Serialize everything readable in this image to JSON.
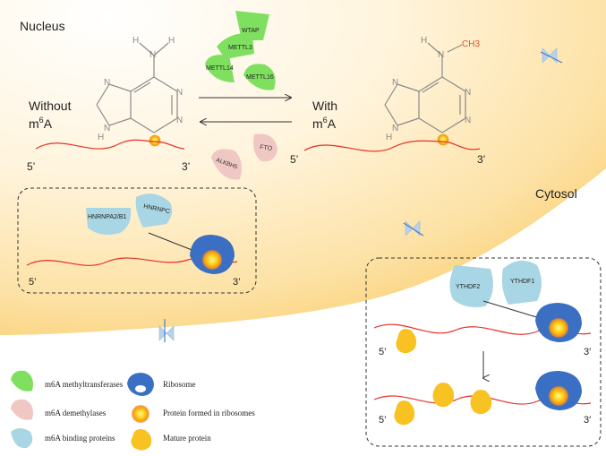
{
  "labels": {
    "nucleus": "Nucleus",
    "cytosol": "Cytosol",
    "without_line1": "Without",
    "without_line2_base": "m",
    "without_line2_sup": "6",
    "without_line2_end": "A",
    "with_line1": "With",
    "with_line2_base": "m",
    "with_line2_sup": "6",
    "with_line2_end": "A",
    "five_prime": "5’",
    "three_prime": "3’",
    "three_prime_alt": "3′"
  },
  "molecule": {
    "h": "H",
    "n": "N",
    "ch3": "CH3"
  },
  "proteins": {
    "wtap": "WTAP",
    "mettl3": "METTL3",
    "mettl14": "METTL14",
    "mettl16": "METTL16",
    "fto": "FTO",
    "alkbh5": "ALKBH5",
    "hnrnpa2b1": "HNRNPA2/B1",
    "hnrnpc": "HNRNPC",
    "ythdf2": "YTHDF2",
    "ythdf1": "YTHDF1"
  },
  "legend": {
    "methyltransferases": "m6A methyltransferases",
    "demethylases": "m6A demethylases",
    "binding": "m6A binding proteins",
    "ribosome": "Ribosome",
    "protein_formed": "Protein formed in ribosomes",
    "mature": "Mature protein"
  },
  "colors": {
    "writer_green": "#7fe060",
    "eraser_pink": "#efc7c3",
    "reader_blue": "#a9d6e4",
    "ribosome_blue": "#3a6fc4",
    "rna_red": "#e8302a",
    "mature_yellow": "#f8c322",
    "methyl_red": "#e8502a",
    "structure_gray": "#8a8a8a"
  }
}
